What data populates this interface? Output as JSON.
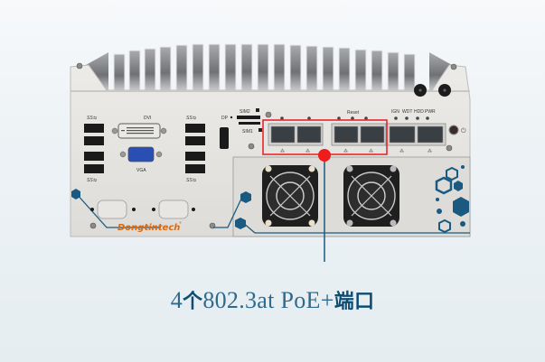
{
  "caption": {
    "prefix": "4",
    "measure_word": "个",
    "standard": "802.3at PoE+",
    "suffix": "端口",
    "color": "#2f6a8c"
  },
  "device": {
    "brand": "Dongtintech",
    "brand_mark": "®",
    "labels": {
      "dvi": "DVI",
      "vga": "VGA",
      "dp": "DP",
      "sim1": "SIM1",
      "sim2": "SIM2",
      "reset": "Reset",
      "ign": "IGN",
      "wdt": "WDT",
      "hdd": "HDD",
      "pwr": "PWR",
      "usb3": "SS"
    },
    "highlight": {
      "color": "#e8262b",
      "target": "poe-lan-ports",
      "count": 4
    },
    "accent_color": "#1a5a80"
  }
}
